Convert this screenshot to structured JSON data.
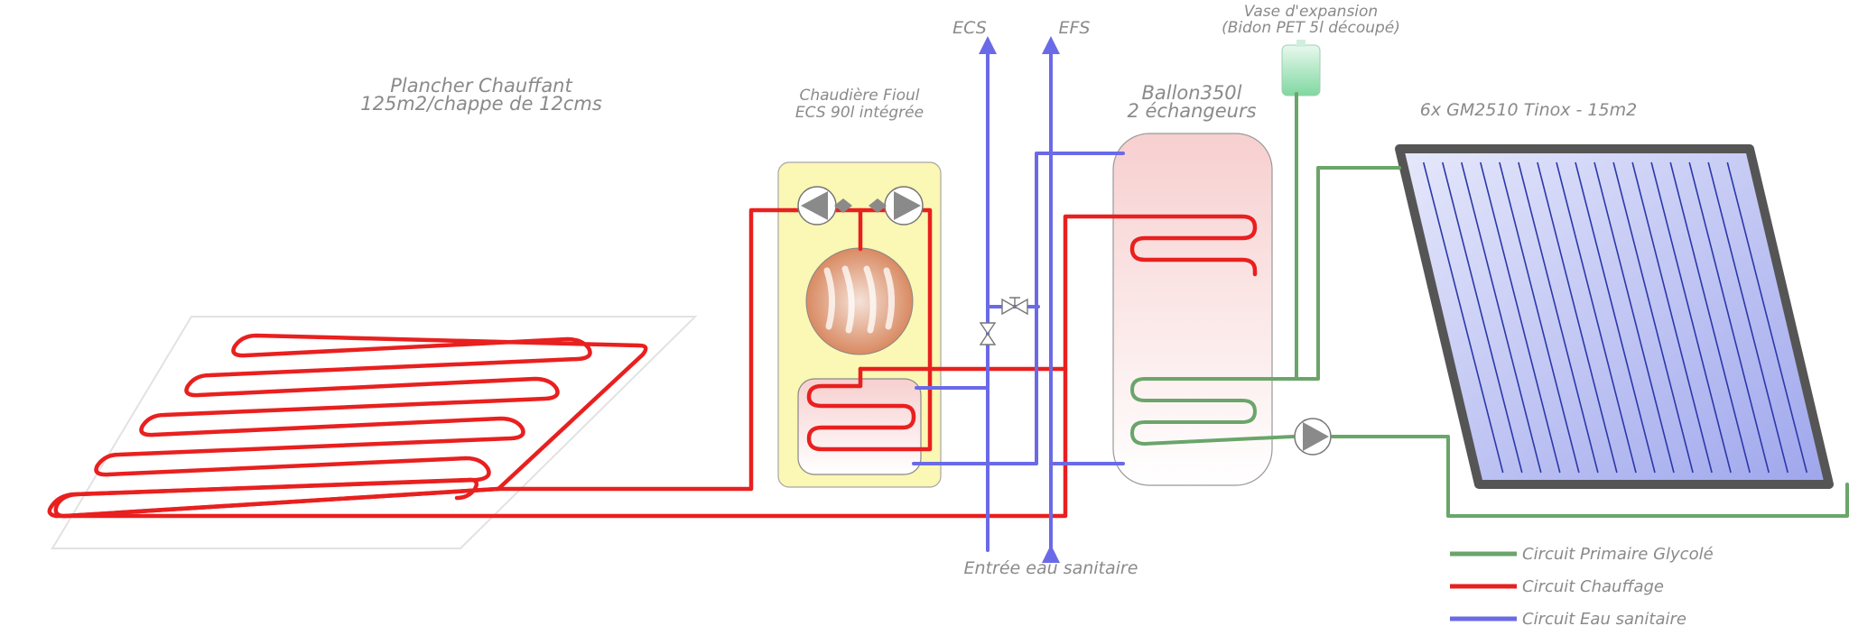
{
  "labels": {
    "plancher_title": "Plancher Chauffant",
    "plancher_sub": "125m2/chappe de 12cms",
    "chaudiere_title": "Chaudière Fioul",
    "chaudiere_sub": "ECS 90l intégrée",
    "ecs": "ECS",
    "efs": "EFS",
    "vase_title": "Vase d'expansion",
    "vase_sub": "(Bidon PET 5l découpé)",
    "ballon_title": "Ballon350l",
    "ballon_sub": "2 échangeurs",
    "capteurs": "6x GM2510 Tinox - 15m2",
    "entree": "Entrée eau sanitaire"
  },
  "legend": [
    {
      "label": "Circuit Primaire Glycolé",
      "color": "#6aa56a"
    },
    {
      "label": "Circuit Chauffage",
      "color": "#e8201f"
    },
    {
      "label": "Circuit Eau sanitaire",
      "color": "#6a6ae8"
    }
  ],
  "colors": {
    "glycol": "#6aa56a",
    "heating": "#e8201f",
    "sanitary": "#6a6ae8",
    "boiler_bg": "#fbf7b4",
    "tank_fill": "#f9d9d9",
    "panel_frame": "#555555",
    "panel_glass": "#c9cdf4"
  }
}
